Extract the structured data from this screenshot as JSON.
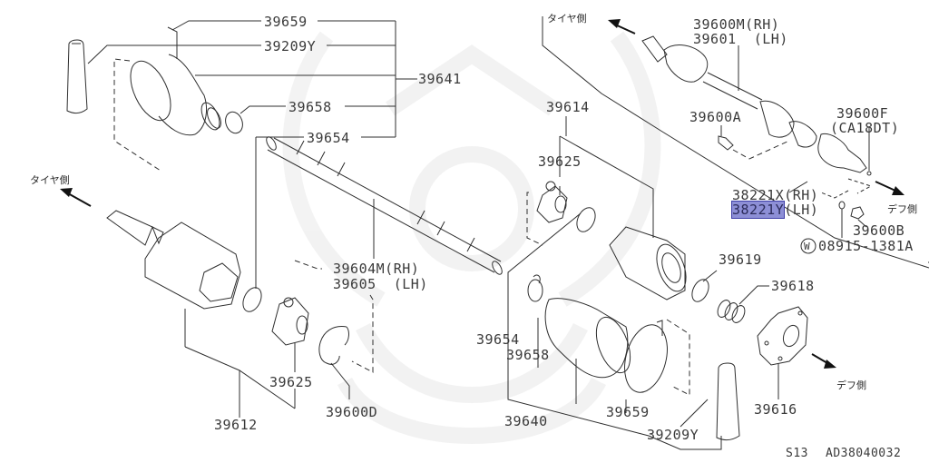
{
  "diagram": {
    "title_code": "S13",
    "figure_id": "AD38040032",
    "direction_labels": {
      "tire_side_left": "タイヤ側",
      "tire_side_top": "タイヤ側",
      "diff_side_right": "デフ側",
      "diff_side_bottom": "デフ側"
    },
    "highlight": {
      "part": "38221Y",
      "color": "#8d8fd6",
      "border": "#3f3fa8"
    },
    "parts": {
      "p39659_top": "39659",
      "p39209Y_top": "39209Y",
      "p39641": "39641",
      "p39658_top": "39658",
      "p39654_top": "39654",
      "p39604M": "39604M(RH)",
      "p39605": "39605  (LH)",
      "p39625_left": "39625",
      "p39600D": "39600D",
      "p39612": "39612",
      "p39614": "39614",
      "p39625_right": "39625",
      "p39654_bottom": "39654",
      "p39658_bottom": "39658",
      "p39640": "39640",
      "p39659_bottom": "39659",
      "p39209Y_bottom": "39209Y",
      "p39619": "39619",
      "p39618": "39618",
      "p39616": "39616",
      "p39600M": "39600M(RH)",
      "p39601": "39601  (LH)",
      "p39600A": "39600A",
      "p39600F": "39600F",
      "p39600F_note": "(CA18DT)",
      "p38221X": "38221X(RH)",
      "p38221Y_code": "38221Y",
      "p38221Y_suffix": "(LH)",
      "p39600B": "39600B",
      "p08915_prefix": "W",
      "p08915": "08915-1381A"
    }
  }
}
